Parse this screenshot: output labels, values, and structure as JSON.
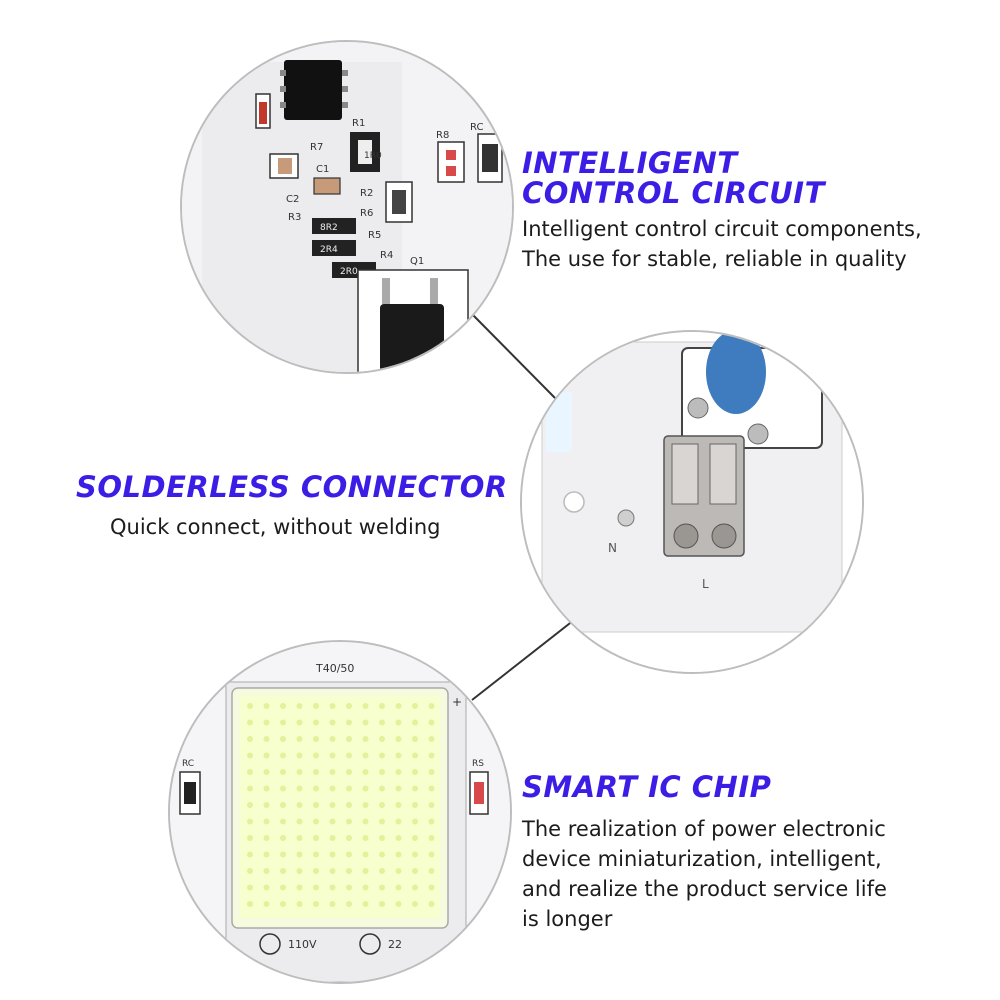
{
  "sections": {
    "control": {
      "heading": [
        "INTELLIGENT",
        "CONTROL CIRCUIT"
      ],
      "description": [
        "Intelligent control circuit components,",
        "The use for stable, reliable in quality"
      ]
    },
    "connector": {
      "heading": "SOLDERLESS CONNECTOR",
      "description": "Quick connect, without welding"
    },
    "chip": {
      "heading": "SMART IC CHIP",
      "description": [
        "The realization of power electronic",
        "device miniaturization, intelligent,",
        "and realize the product service life",
        "is longer"
      ]
    }
  },
  "pcb_labels": {
    "control": [
      "R3",
      "R7",
      "R1",
      "C1",
      "C2",
      "R2",
      "R6",
      "R5",
      "R4",
      "Q1",
      "R8",
      "RC"
    ],
    "resistor_codes": [
      "8R2",
      "1R0",
      "2R4",
      "2R0"
    ],
    "connector": [
      "N",
      "L"
    ],
    "chip": [
      "T40/50",
      "110V",
      "22",
      "RC",
      "RS",
      "+"
    ]
  },
  "colors": {
    "heading": "#3b1de6",
    "text": "#1c1c1c",
    "board": "#f4f4f6",
    "outline": "#bdbdbd"
  }
}
